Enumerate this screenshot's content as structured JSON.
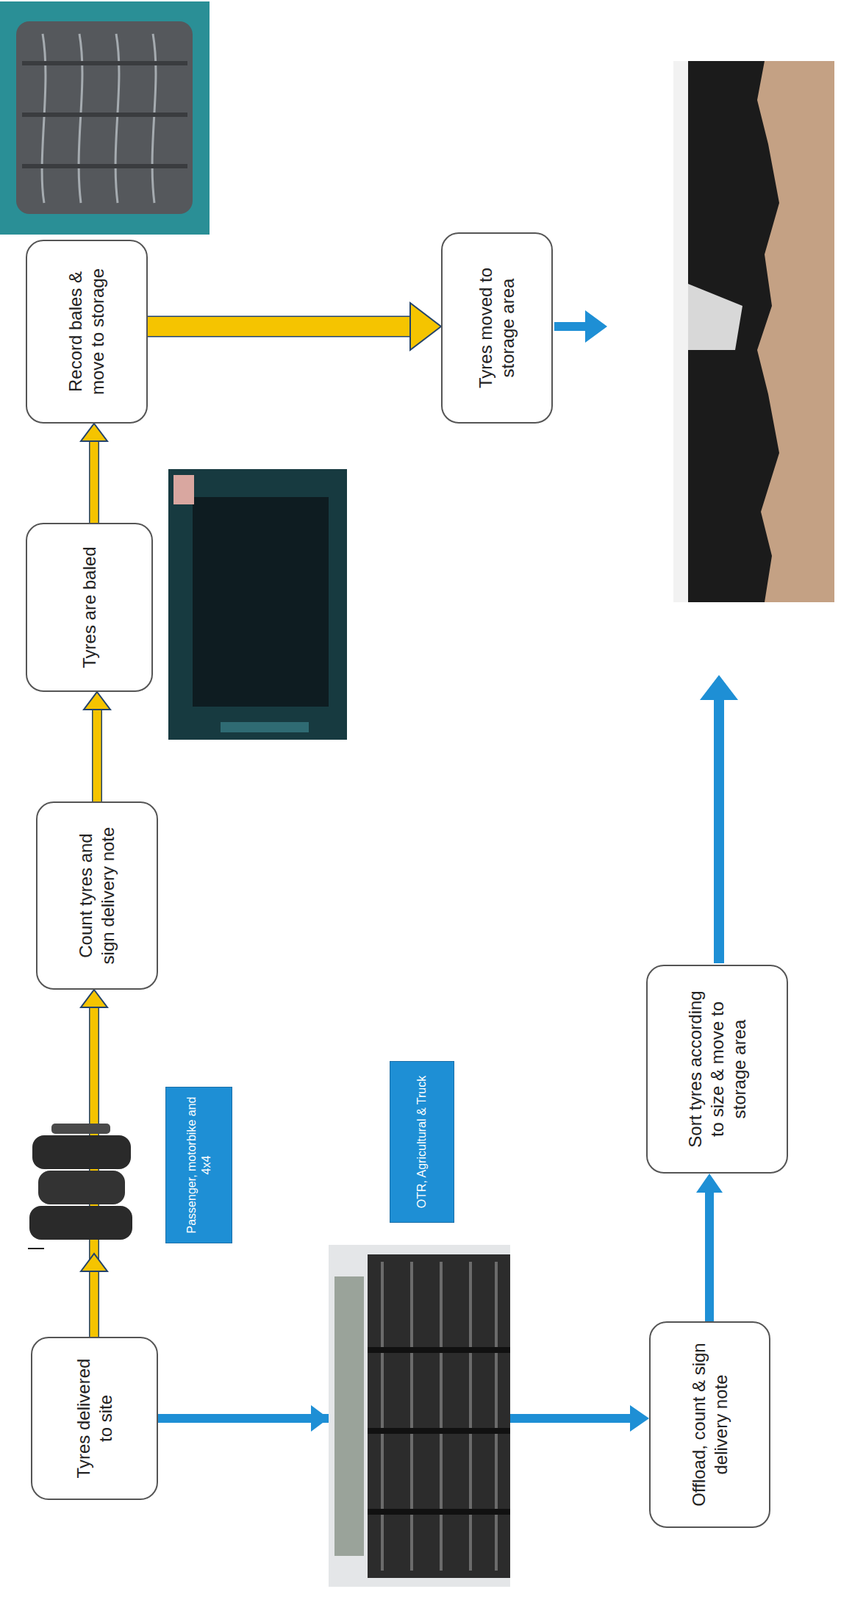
{
  "diagram": {
    "nodes": [
      {
        "text": [
          "Tyres delivered to site"
        ]
      },
      {
        "text": [
          "Passenger, motorbike and 4x4"
        ]
      },
      {
        "text": [
          "Count tyres and sign delivery note"
        ]
      },
      {
        "text": [
          "Tyres are baled"
        ]
      },
      {
        "text": [
          "Record bales & move to storage"
        ]
      },
      {
        "text": [
          "Tyres moved to storage area"
        ]
      },
      {
        "text": [
          "OTR, Agricultural & Truck"
        ]
      },
      {
        "text": [
          "Offload, count & sign delivery note"
        ]
      },
      {
        "text": [
          "Sort tyres according to size & move to storage area"
        ]
      }
    ],
    "edges": [
      {
        "from": 0,
        "to": 2,
        "arrow": "to"
      },
      {
        "from": 2,
        "to": 3,
        "arrow": "to"
      },
      {
        "from": 3,
        "to": 4,
        "arrow": "to"
      },
      {
        "from": 4,
        "to": 5,
        "arrow": "to"
      },
      {
        "from": 0,
        "to": 7,
        "arrow": "to"
      },
      {
        "from": 7,
        "to": 8,
        "arrow": "to"
      }
    ]
  }
}
